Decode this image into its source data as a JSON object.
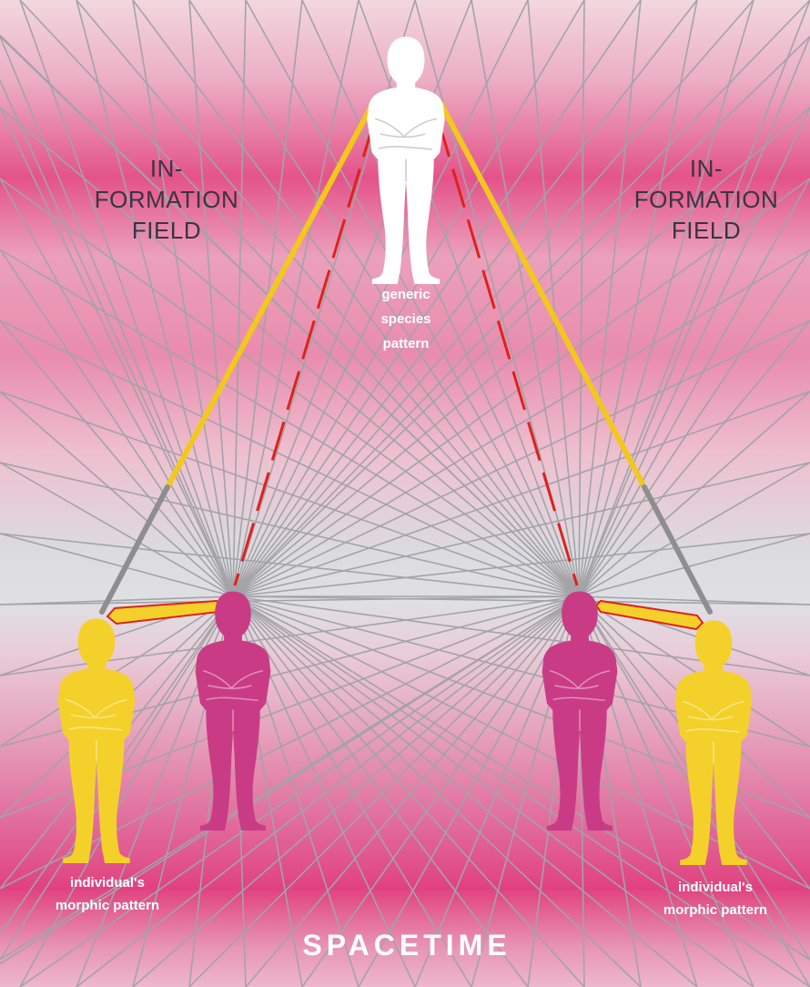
{
  "labels": {
    "field_left": [
      "IN-",
      "FORMATION",
      "FIELD"
    ],
    "field_right": [
      "IN-",
      "FORMATION",
      "FIELD"
    ],
    "generic_pattern": [
      "generic",
      "species",
      "pattern"
    ],
    "individual_left": [
      "individual's",
      "morphic pattern"
    ],
    "individual_right": [
      "individual's",
      "morphic pattern"
    ],
    "spacetime": "SPACETIME"
  },
  "colors": {
    "background_pink": "#e64a86",
    "background_light": "#dcdde1",
    "grid_lines": "#a3a3a8",
    "generic_figure": "#ffffff",
    "individual_figure": "#f4d12a",
    "current_figure": "#c93c85",
    "resonance_yellow": "#f2c81d",
    "resonance_red": "#e0201d",
    "connector_grey": "#8e8e8e"
  },
  "figures": [
    {
      "name": "generic-species-figure",
      "role": "generic species pattern"
    },
    {
      "name": "individual-morphic-figure-left",
      "role": "individual's morphic pattern"
    },
    {
      "name": "individual-present-figure-left",
      "role": "individual in spacetime"
    },
    {
      "name": "individual-present-figure-right",
      "role": "individual in spacetime"
    },
    {
      "name": "individual-morphic-figure-right",
      "role": "individual's morphic pattern"
    }
  ]
}
